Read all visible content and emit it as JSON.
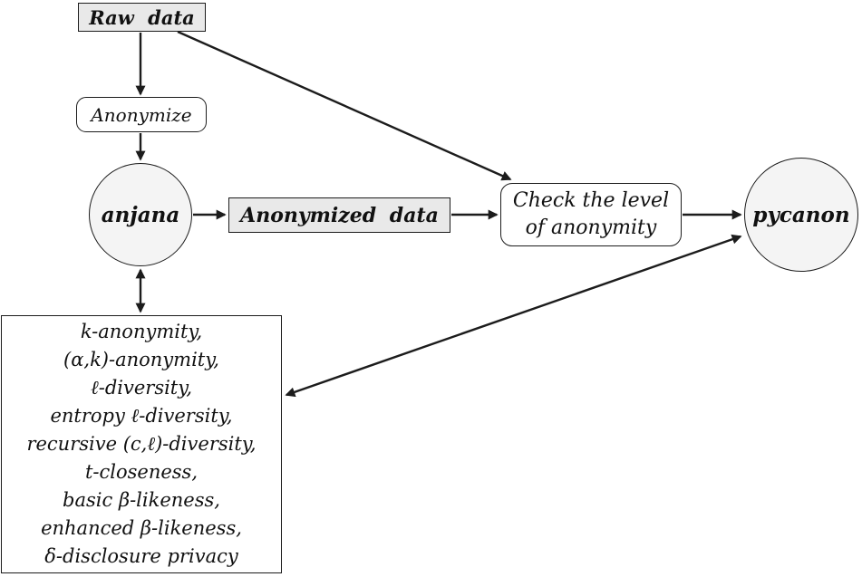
{
  "diagram": {
    "colors": {
      "stroke": "#1c1c1c",
      "node_fill_gray": "#e9e9e9",
      "circle_fill": "#f4f4f4",
      "background": "#ffffff"
    },
    "nodes": {
      "raw_data": {
        "label": "Raw data"
      },
      "anonymize": {
        "label": "Anonymize"
      },
      "anjana": {
        "label": "anjana"
      },
      "anonymized_data": {
        "label": "Anonymized data"
      },
      "check_level": {
        "line1": "Check the level",
        "line2": "of anonymity"
      },
      "pycanon": {
        "label": "pycanon"
      },
      "metrics": {
        "lines": [
          "k-anonymity,",
          "(α,k)-anonymity,",
          "ℓ-diversity,",
          "entropy ℓ-diversity,",
          "recursive (c,ℓ)-diversity,",
          "t-closeness,",
          "basic β-likeness,",
          "enhanced β-likeness,",
          "δ-disclosure privacy"
        ]
      }
    }
  }
}
